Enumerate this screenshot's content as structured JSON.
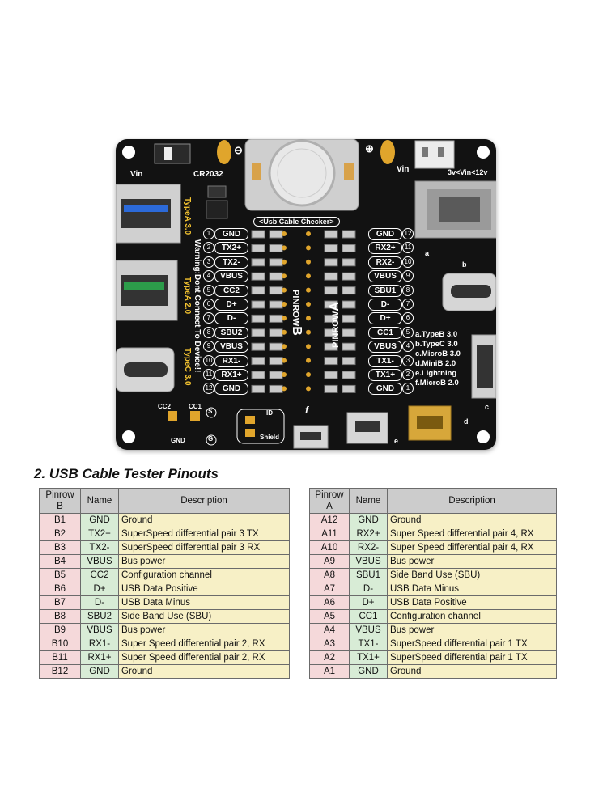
{
  "board": {
    "vin_left": "Vin",
    "battery": "CR2032",
    "minus_sign": "⊖",
    "plus_sign": "⊕",
    "vin_right": "Vin",
    "voltage_range": "3v<Vin<12v",
    "checker_banner": "<Usb Cable Checker>",
    "typea30": "TypeA 3.0",
    "warning": "Warning:Dont Connect To Device!!",
    "typea20": "TypeA 2.0",
    "typec30": "TypeC 3.0",
    "pinrow_b": "PINROW",
    "pinrow_b_letter": "B",
    "pinrow_a": "PINROW",
    "pinrow_a_letter": "A",
    "left_pins": [
      "GND",
      "TX2+",
      "TX2-",
      "VBUS",
      "CC2",
      "D+",
      "D-",
      "SBU2",
      "VBUS",
      "RX1-",
      "RX1+",
      "GND"
    ],
    "left_nums": [
      "1",
      "2",
      "3",
      "4",
      "5",
      "6",
      "7",
      "8",
      "9",
      "10",
      "11",
      "12"
    ],
    "right_pins": [
      "GND",
      "RX2+",
      "RX2-",
      "VBUS",
      "SBU1",
      "D-",
      "D+",
      "CC1",
      "VBUS",
      "TX1-",
      "TX1+",
      "GND"
    ],
    "right_nums": [
      "12",
      "11",
      "10",
      "9",
      "8",
      "7",
      "6",
      "5",
      "4",
      "3",
      "2",
      "1"
    ],
    "connector_legend": [
      "a.TypeB 3.0",
      "b.TypeC 3.0",
      "c.MicroB 3.0",
      "d.MiniB 2.0",
      "e.Lightning",
      "f.MicroB 2.0"
    ],
    "cc2": "CC2",
    "cc1": "CC1",
    "gnd": "GND",
    "id": "ID",
    "shield": "Shield",
    "s_mark": "S",
    "g_mark": "G",
    "f_mark": "f",
    "a_mark": "a",
    "b_mark": "b",
    "c_mark": "c",
    "d_mark": "d",
    "e_mark": "e"
  },
  "section_title": "2. USB Cable Tester Pinouts",
  "table_b": {
    "headers": [
      "Pinrow\nB",
      "Name",
      "Description"
    ],
    "rows": [
      [
        "B1",
        "GND",
        "Ground"
      ],
      [
        "B2",
        "TX2+",
        "SuperSpeed differential pair 3 TX"
      ],
      [
        "B3",
        "TX2-",
        "SuperSpeed differential pair 3 RX"
      ],
      [
        "B4",
        "VBUS",
        "Bus power"
      ],
      [
        "B5",
        "CC2",
        "Configuration channel"
      ],
      [
        "B6",
        "D+",
        "USB Data Positive"
      ],
      [
        "B7",
        "D-",
        "USB Data Minus"
      ],
      [
        "B8",
        "SBU2",
        "Side Band Use (SBU)"
      ],
      [
        "B9",
        "VBUS",
        "Bus power"
      ],
      [
        "B10",
        "RX1-",
        "Super Speed differential pair 2, RX"
      ],
      [
        "B11",
        "RX1+",
        "Super Speed differential pair 2, RX"
      ],
      [
        "B12",
        "GND",
        "Ground"
      ]
    ]
  },
  "table_a": {
    "headers": [
      "Pinrow\nA",
      "Name",
      "Description"
    ],
    "rows": [
      [
        "A12",
        "GND",
        "Ground"
      ],
      [
        "A11",
        "RX2+",
        "Super Speed differential pair 4, RX"
      ],
      [
        "A10",
        "RX2-",
        "Super Speed differential pair 4, RX"
      ],
      [
        "A9",
        "VBUS",
        "Bus power"
      ],
      [
        "A8",
        "SBU1",
        "Side Band Use (SBU)"
      ],
      [
        "A7",
        "D-",
        "USB Data Minus"
      ],
      [
        "A6",
        "D+",
        "USB Data Positive"
      ],
      [
        "A5",
        "CC1",
        "Configuration channel"
      ],
      [
        "A4",
        "VBUS",
        "Bus power"
      ],
      [
        "A3",
        "TX1-",
        "SuperSpeed differential pair 1 TX"
      ],
      [
        "A2",
        "TX1+",
        "SuperSpeed differential pair 1 TX"
      ],
      [
        "A1",
        "GND",
        "Ground"
      ]
    ]
  }
}
